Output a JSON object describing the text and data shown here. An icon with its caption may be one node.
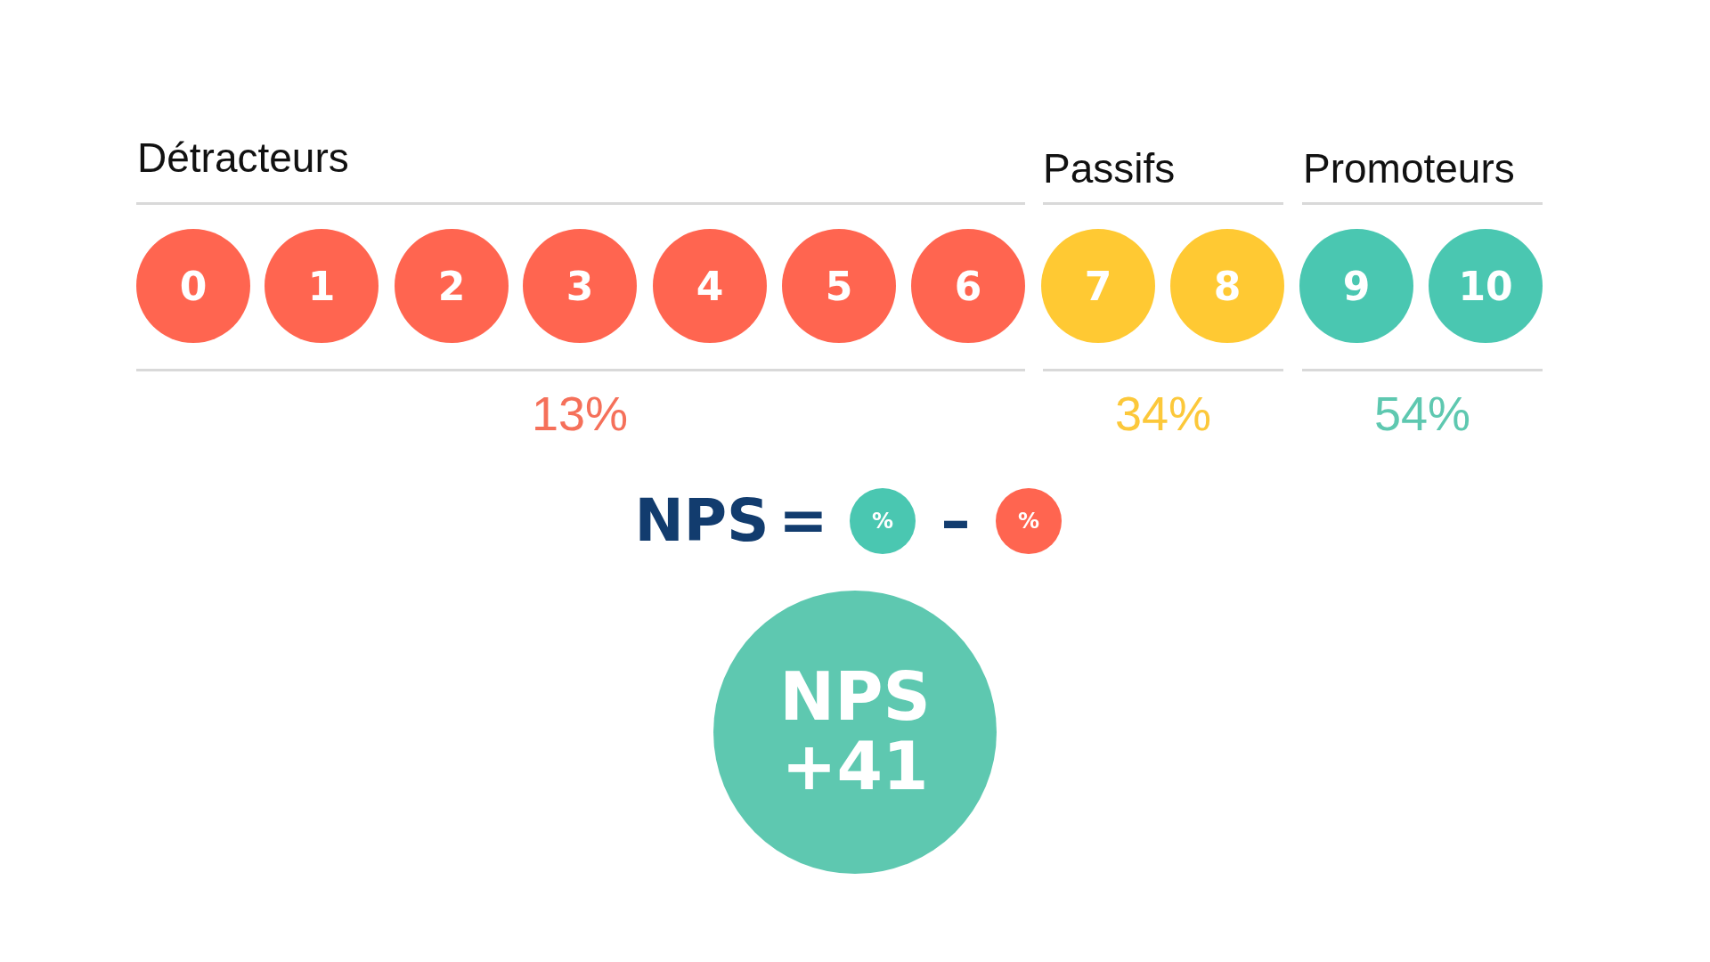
{
  "diagram": {
    "nodes": [
      {
        "text": [
          "0"
        ]
      },
      {
        "text": [
          "1"
        ]
      },
      {
        "text": [
          "2"
        ]
      },
      {
        "text": [
          "3"
        ]
      },
      {
        "text": [
          "4"
        ]
      },
      {
        "text": [
          "5"
        ]
      },
      {
        "text": [
          "6"
        ]
      },
      {
        "text": [
          "7"
        ]
      },
      {
        "text": [
          "8"
        ]
      },
      {
        "text": [
          "9"
        ]
      },
      {
        "text": [
          "10"
        ]
      },
      {
        "text": [
          "%"
        ]
      },
      {
        "text": [
          "%"
        ]
      },
      {
        "text": [
          "NPS +41"
        ]
      }
    ],
    "labels": [
      "Détracteurs",
      "Passifs",
      "Promoteurs",
      "13%",
      "34%",
      "54%",
      "NPS",
      "=",
      "–"
    ]
  }
}
